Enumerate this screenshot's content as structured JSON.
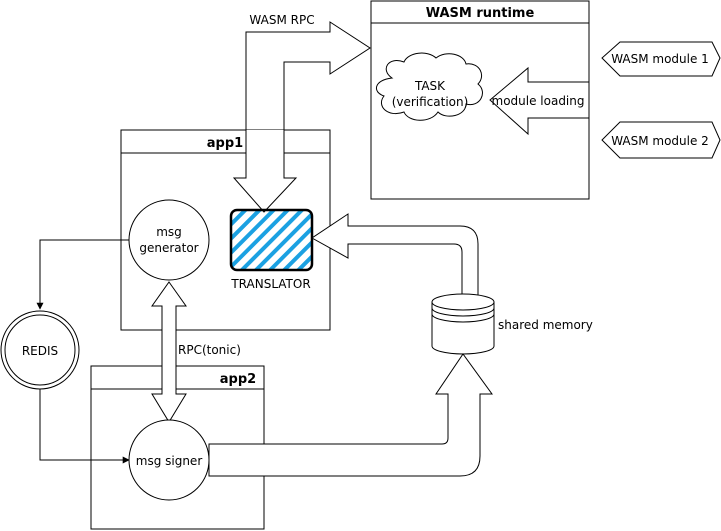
{
  "labels": {
    "wasm_rpc": "WASM RPC",
    "wasm_runtime": "WASM runtime",
    "task_line1": "TASK",
    "task_line2": "(verification)",
    "module_loading": "module loading",
    "wasm_module_1": "WASM module 1",
    "wasm_module_2": "WASM module 2",
    "app1": "app1",
    "msg_generator_line1": "msg",
    "msg_generator_line2": "generator",
    "translator": "TRANSLATOR",
    "redis": "REDIS",
    "rpc_tonic": "RPC(tonic)",
    "app2": "app2",
    "msg_signer": "msg signer",
    "shared_memory": "shared memory"
  },
  "colors": {
    "translator_stripe": "#1BA1E2",
    "stroke": "#000000",
    "background": "#FFFFFF"
  }
}
